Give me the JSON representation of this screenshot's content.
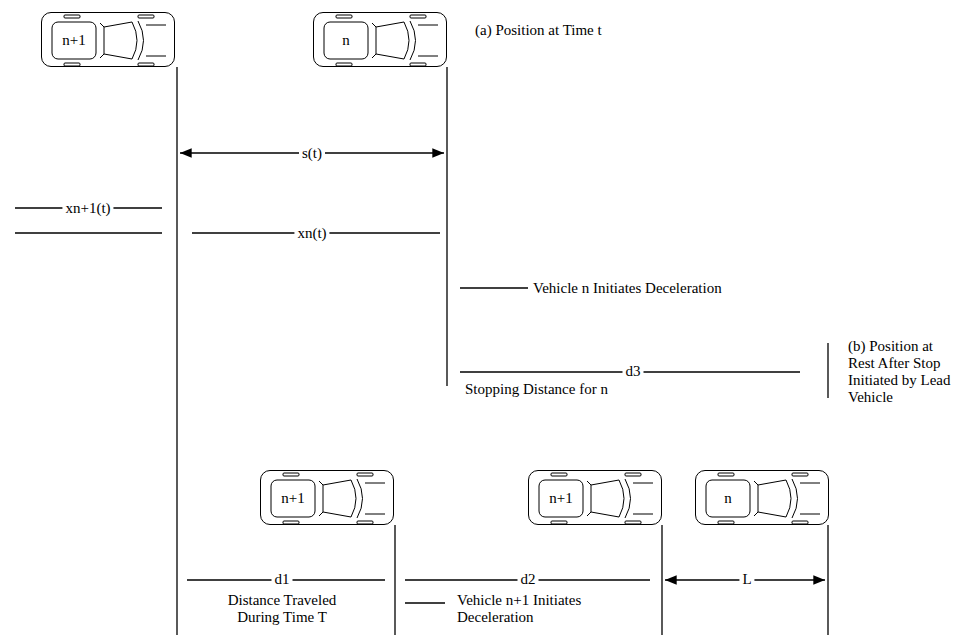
{
  "diagram": {
    "nodes": [
      {
        "text": [
          "n+1"
        ]
      },
      {
        "text": [
          "n"
        ]
      },
      {
        "text": [
          "n+1"
        ]
      },
      {
        "text": [
          "n+1"
        ]
      },
      {
        "text": [
          "n"
        ]
      }
    ],
    "labels": [
      "(a) Position at Time t",
      "s(t)",
      "xn+1(t)",
      "xn(t)",
      "Vehicle n Initiates Deceleration",
      "d3",
      "Stopping Distance for n",
      "(b) Position at Rest After Stop Initiated by Lead Vehicle",
      "d1",
      "Distance Traveled During Time T",
      "d2",
      "Vehicle n+1 Initiates Deceleration",
      "L"
    ]
  }
}
